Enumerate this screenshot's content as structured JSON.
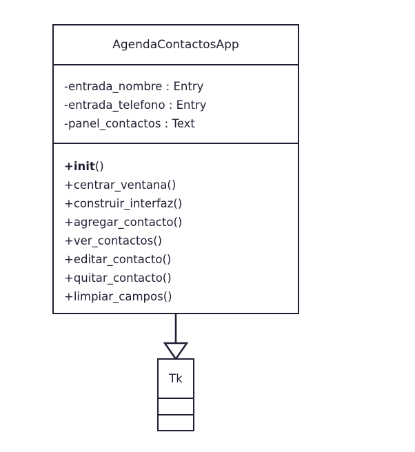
{
  "diagram": {
    "classes": {
      "main": {
        "name": "AgendaContactosApp",
        "attributes": [
          "-entrada_nombre : Entry",
          "-entrada_telefono : Entry",
          "-panel_contactos : Text"
        ],
        "methods": {
          "init_prefix": "+",
          "init_name": "init",
          "init_suffix": "()",
          "others": [
            "+centrar_ventana()",
            "+construir_interfaz()",
            "+agregar_contacto()",
            "+ver_contactos()",
            "+editar_contacto()",
            "+quitar_contacto()",
            "+limpiar_campos()"
          ]
        }
      },
      "parent": {
        "name": "Tk"
      }
    },
    "relationship": {
      "type": "inheritance",
      "from": "AgendaContactosApp",
      "to": "Tk"
    },
    "colors": {
      "line": "#1f1f33",
      "background": "#ffffff"
    }
  }
}
